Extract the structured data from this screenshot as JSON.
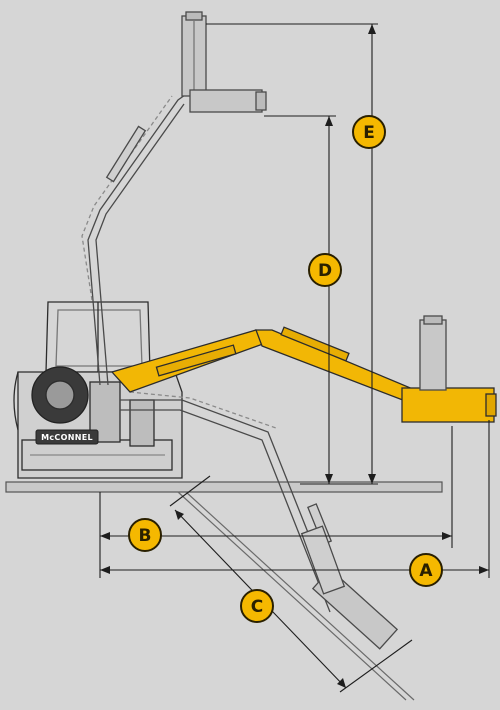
{
  "diagram": {
    "brand_plate": "McCONNEL",
    "dimension_labels": {
      "a": "A",
      "b": "B",
      "c": "C",
      "d": "D",
      "e": "E"
    }
  },
  "colors": {
    "background": "#d6d6d6",
    "arm_highlight": "#f2b705",
    "badge_fill": "#f5b800",
    "line_art": "#2c2c2c",
    "ghost_line_art": "#7a7a7a"
  }
}
